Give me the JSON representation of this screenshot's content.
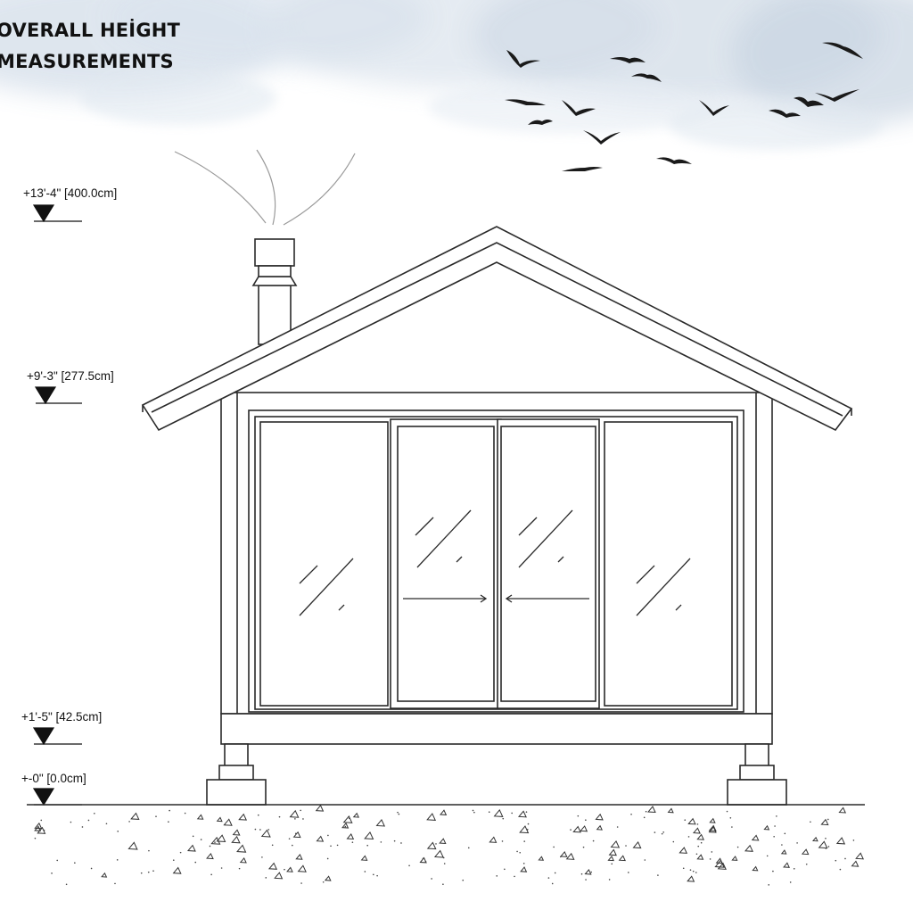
{
  "title": {
    "line1": "OVERALL HEİGHT",
    "line2": "MEASUREMENTS"
  },
  "levels": [
    {
      "id": "top",
      "label": "+13'-4\" [400.0cm]"
    },
    {
      "id": "eave",
      "label": "+9'-3\" [277.5cm]"
    },
    {
      "id": "floor",
      "label": "+1'-5\" [42.5cm]"
    },
    {
      "id": "ground",
      "label": "+-0\" [0.0cm]"
    }
  ],
  "colors": {
    "line": "#2a2a2a",
    "cloud": "#c9d6e4",
    "bird": "#1a1a1a",
    "background": "#ffffff"
  },
  "icons": [
    "level-marker-icon",
    "bird-icon",
    "smoke-icon",
    "glass-reflection-icon",
    "slide-arrow-icon"
  ]
}
